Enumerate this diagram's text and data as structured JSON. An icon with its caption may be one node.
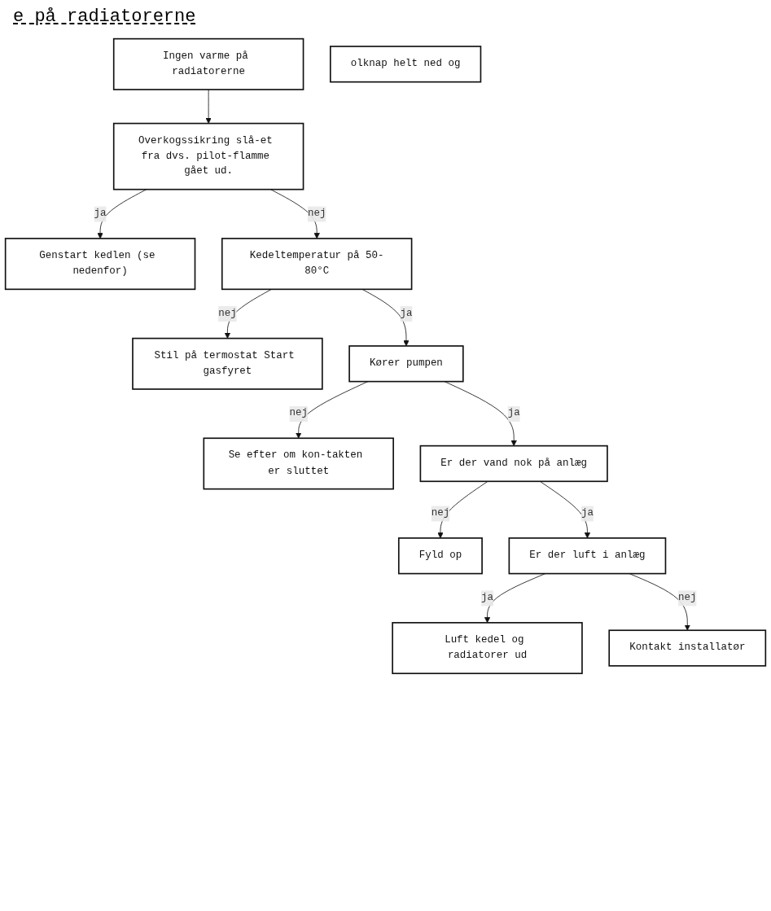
{
  "diagram": {
    "title": "e på radiatorerne",
    "nodes": [
      {
        "text": [
          "Ingen varme på radiatorerne"
        ]
      },
      {
        "text": [
          "Genstart kedlen (se nedenfor)"
        ]
      },
      {
        "text": [
          "Overkogssikring slå-et fra dvs. pilot-flamme gået ud."
        ]
      },
      {
        "text": [
          "Stil på termostat Start gasfyret"
        ]
      },
      {
        "text": [
          "Kedeltemperatur på 50-80°C"
        ]
      },
      {
        "text": [
          "Se efter om kon-takten er sluttet"
        ]
      },
      {
        "text": [
          "Kører pumpen"
        ]
      },
      {
        "text": [
          "Fyld op"
        ]
      },
      {
        "text": [
          "Er der vand nok på anlæg"
        ]
      },
      {
        "text": [
          "Luft kedel og radiatorer ud"
        ]
      },
      {
        "text": [
          "Er der luft i anlæg"
        ]
      },
      {
        "text": [
          "olknap helt ned og"
        ]
      },
      {
        "text": [
          "Kontakt installatør"
        ]
      }
    ],
    "edges": [
      {
        "from": 0,
        "to": 2,
        "arrow": "to"
      },
      {
        "from": 2,
        "to": 1,
        "arrow": "to",
        "label": "ja"
      },
      {
        "from": 2,
        "to": 4,
        "arrow": "to",
        "label": "nej"
      },
      {
        "from": 4,
        "to": 3,
        "arrow": "to",
        "label": "nej"
      },
      {
        "from": 4,
        "to": 6,
        "arrow": "to",
        "label": "ja"
      },
      {
        "from": 6,
        "to": 5,
        "arrow": "to",
        "label": "nej"
      },
      {
        "from": 6,
        "to": 8,
        "arrow": "to",
        "label": "ja"
      },
      {
        "from": 8,
        "to": 7,
        "arrow": "to",
        "label": "nej"
      },
      {
        "from": 8,
        "to": 10,
        "arrow": "to",
        "label": "ja"
      },
      {
        "from": 10,
        "to": 9,
        "arrow": "to",
        "label": "ja"
      },
      {
        "from": 10,
        "to": 12,
        "arrow": "to",
        "label": "nej"
      }
    ]
  }
}
